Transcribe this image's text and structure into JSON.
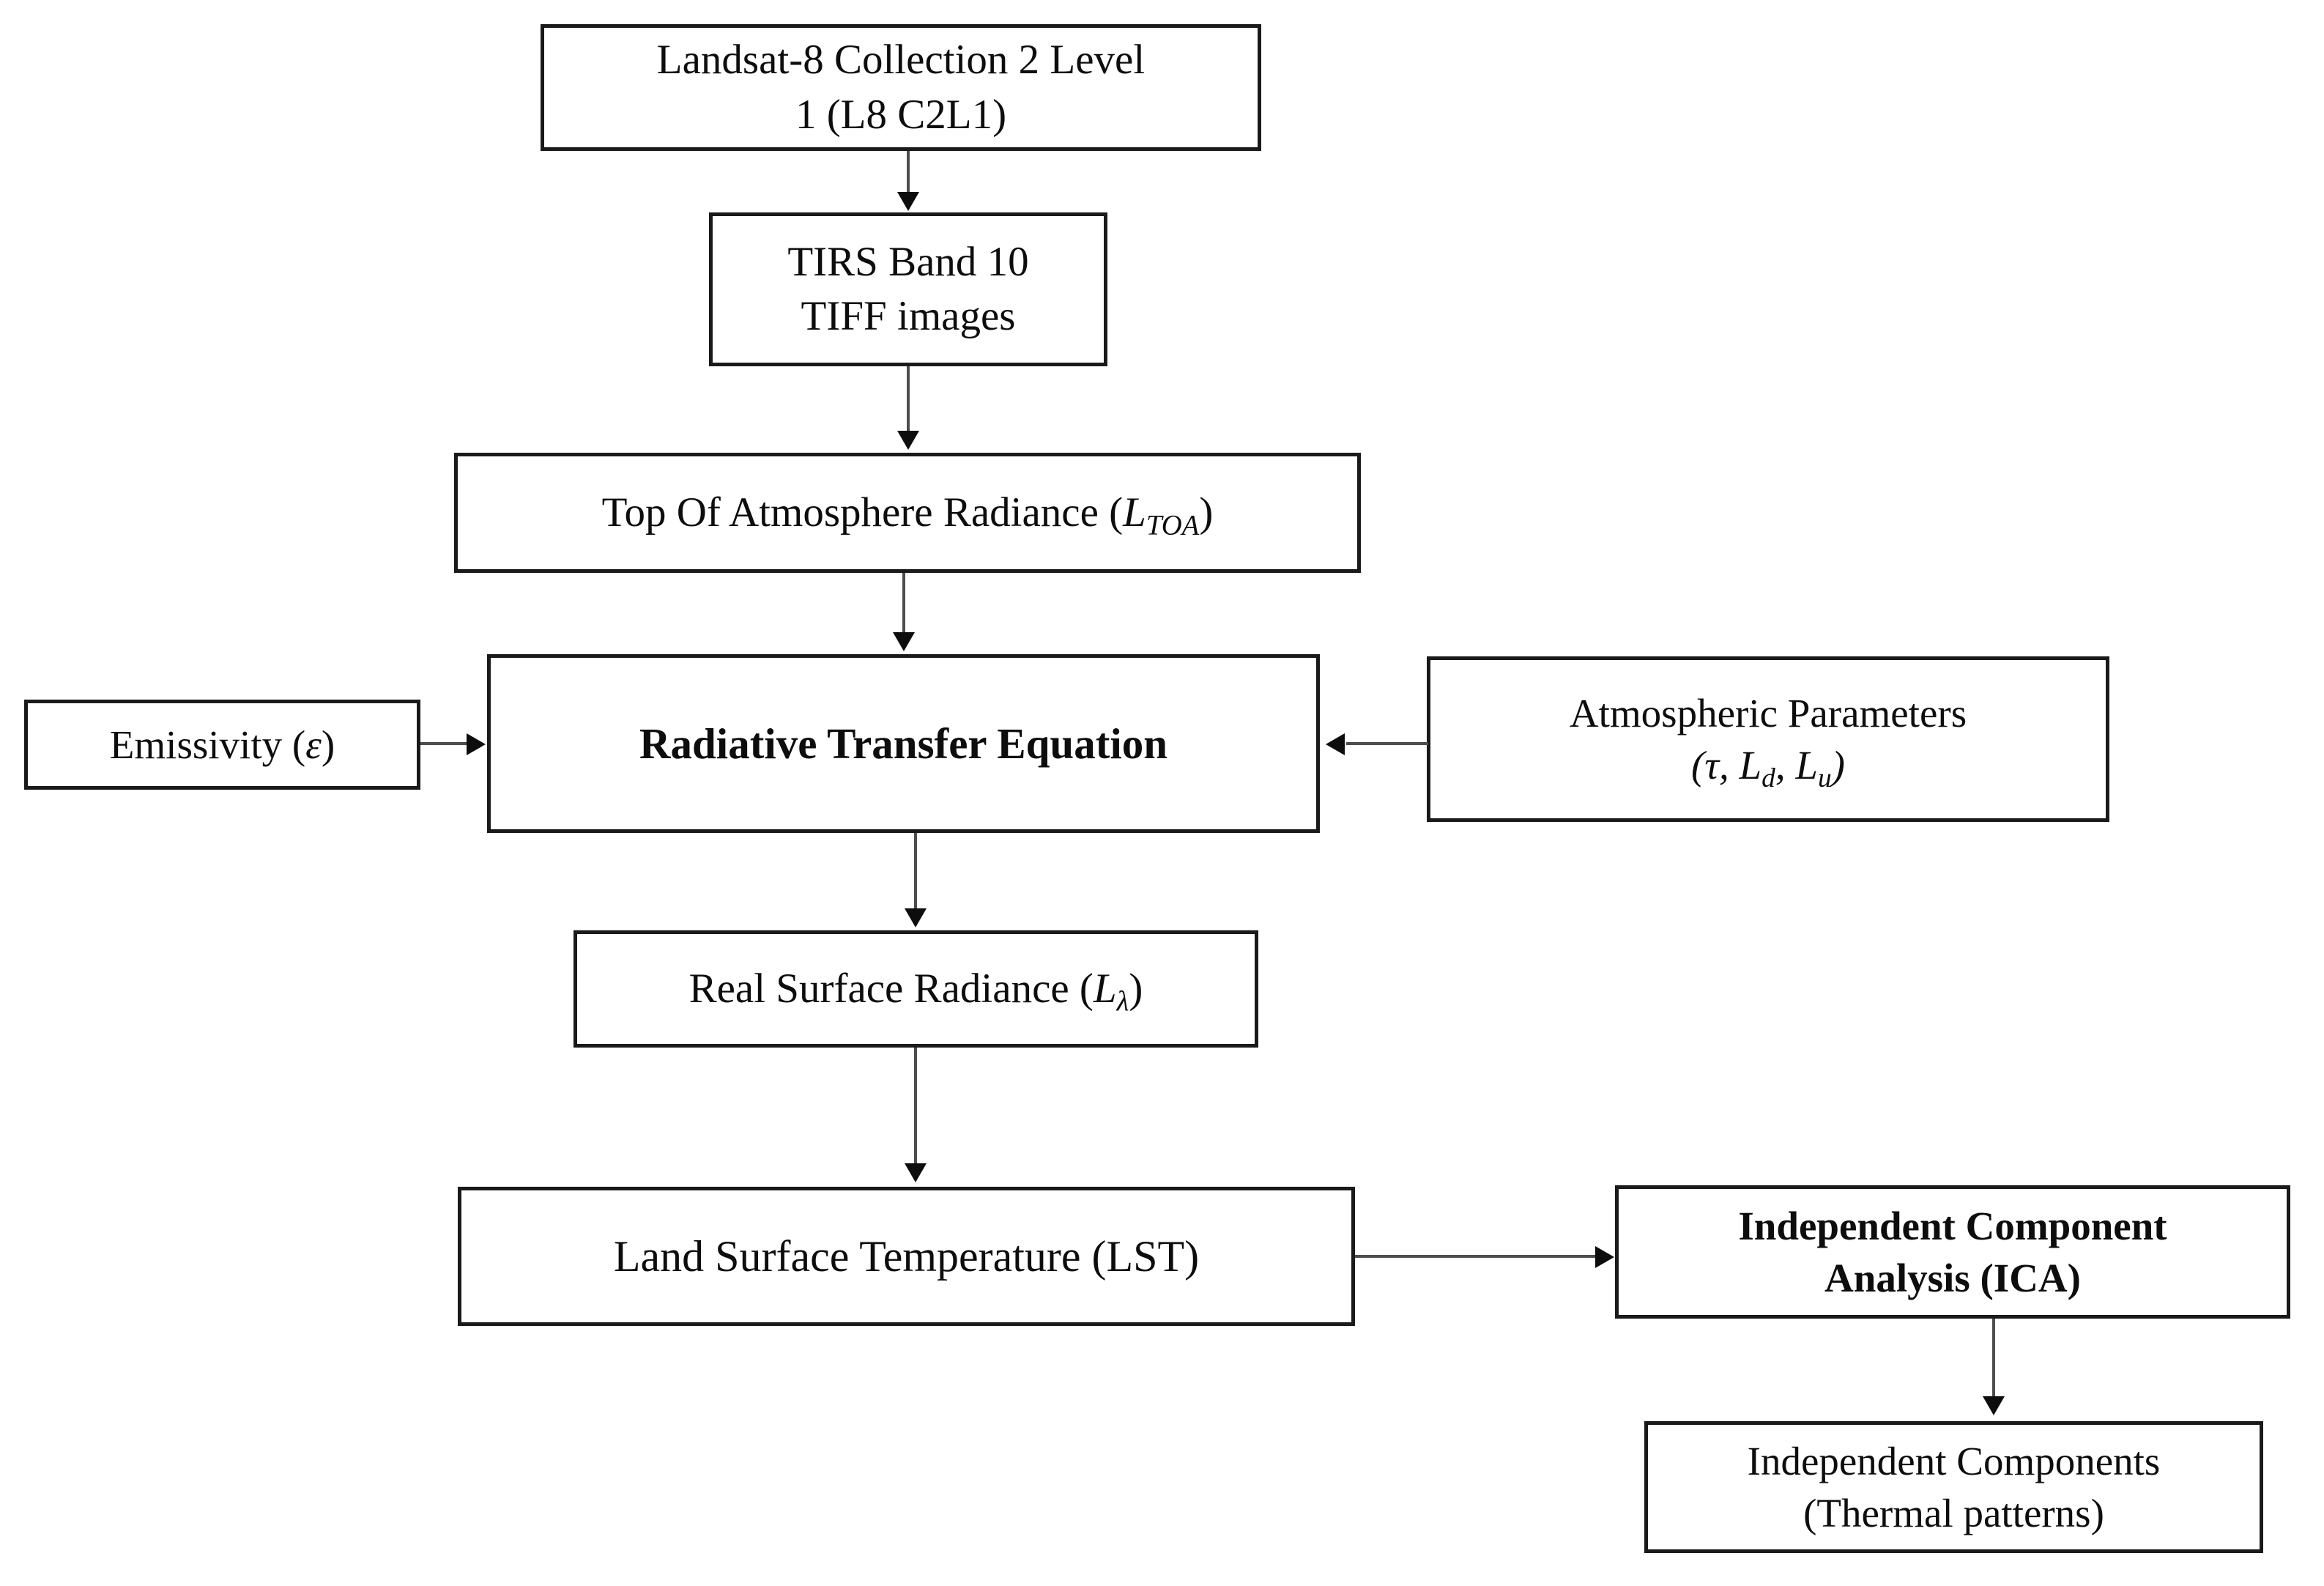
{
  "diagram": {
    "title": "Landsat-8 LST retrieval and ICA thermal pattern workflow",
    "type": "flowchart",
    "background_color": "#ffffff",
    "box_border_color": "#1a1a1a",
    "connector_color": "#4d4d4d",
    "text_color": "#0d0d0d"
  },
  "nodes": {
    "landsat": {
      "id": "landsat-8-collection",
      "line1": "Landsat-8 Collection 2 Level",
      "line2": "1 (L8 C2L1)",
      "bold": false
    },
    "tirs": {
      "id": "tirs-band-10",
      "line1": "TIRS Band 10",
      "line2": "TIFF images",
      "bold": false
    },
    "toa": {
      "id": "top-of-atmosphere-radiance",
      "prefix": "Top Of Atmosphere Radiance (",
      "symbol": "L",
      "subscript": "TOA",
      "suffix": ")",
      "bold": false
    },
    "rte": {
      "id": "radiative-transfer-equation",
      "label": "Radiative Transfer Equation",
      "bold": true
    },
    "emissivity": {
      "id": "emissivity",
      "prefix": "Emissivity (",
      "symbol": "ε",
      "suffix": ")",
      "bold": false
    },
    "atmospheric": {
      "id": "atmospheric-parameters",
      "line1": "Atmospheric Parameters",
      "line2_open": "(",
      "tau": "τ",
      "comma1": ", ",
      "sym_l1": "L",
      "sub_d": "d",
      "comma2": ", ",
      "sym_l2": "L",
      "sub_u": "u",
      "line2_close": ")",
      "bold": false
    },
    "real_surface_radiance": {
      "id": "real-surface-radiance",
      "prefix": "Real Surface Radiance (",
      "symbol": "L",
      "subscript": "λ",
      "suffix": ")",
      "bold": false
    },
    "lst": {
      "id": "land-surface-temperature",
      "label": "Land Surface Temperature (LST)",
      "bold": false
    },
    "ica": {
      "id": "independent-component-analysis",
      "line1": "Independent Component",
      "line2": "Analysis (ICA)",
      "bold": true
    },
    "independent_components": {
      "id": "independent-components",
      "line1": "Independent Components",
      "line2": "(Thermal patterns)",
      "bold": false
    }
  },
  "edges": [
    {
      "from": "landsat",
      "to": "tirs",
      "direction": "down"
    },
    {
      "from": "tirs",
      "to": "toa",
      "direction": "down"
    },
    {
      "from": "toa",
      "to": "rte",
      "direction": "down"
    },
    {
      "from": "emissivity",
      "to": "rte",
      "direction": "right"
    },
    {
      "from": "atmospheric",
      "to": "rte",
      "direction": "left"
    },
    {
      "from": "rte",
      "to": "real_surface_radiance",
      "direction": "down"
    },
    {
      "from": "real_surface_radiance",
      "to": "lst",
      "direction": "down"
    },
    {
      "from": "lst",
      "to": "ica",
      "direction": "right"
    },
    {
      "from": "ica",
      "to": "independent_components",
      "direction": "down"
    }
  ]
}
